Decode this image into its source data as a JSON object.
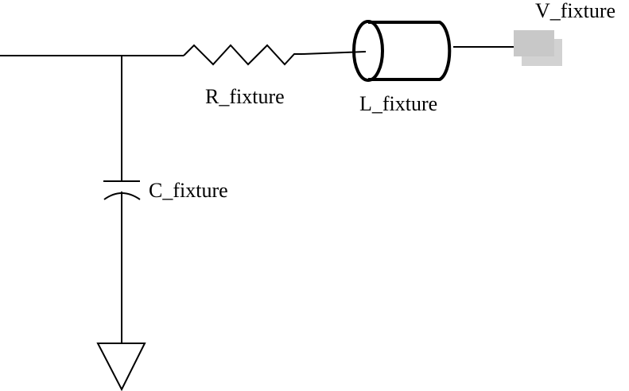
{
  "diagram": {
    "type": "circuit-schematic",
    "components": [
      {
        "id": "resistor",
        "kind": "resistor",
        "label": "R_fixture"
      },
      {
        "id": "inductor",
        "kind": "transmission-line-cylinder",
        "label": "L_fixture"
      },
      {
        "id": "capacitor",
        "kind": "capacitor",
        "label": "C_fixture"
      },
      {
        "id": "source",
        "kind": "voltage-port",
        "label": "V_fixture"
      },
      {
        "id": "ground",
        "kind": "ground",
        "label": ""
      }
    ],
    "colors": {
      "wire": "#000000",
      "port_fill": "#c8c8c8",
      "port_shadow": "#d2d2d2",
      "background": "#ffffff"
    }
  }
}
